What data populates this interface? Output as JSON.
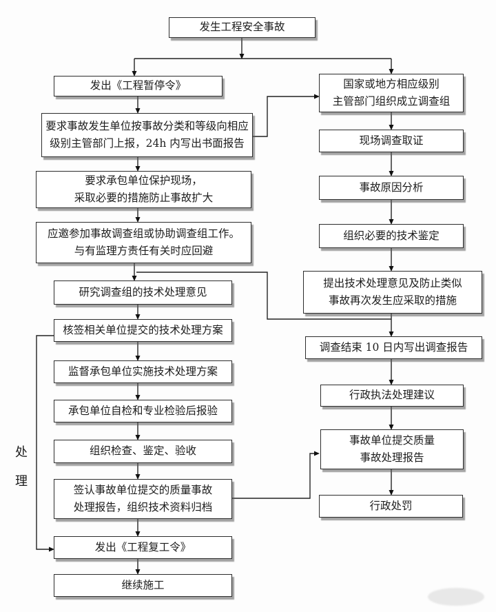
{
  "diagram": {
    "start": {
      "label": "发生工程安全事故"
    },
    "left_column": [
      {
        "id": "issue-suspension-order",
        "label": "发出《工程暂停令》"
      },
      {
        "id": "report-to-authority",
        "label": "要求事故发生单位按事故分类和等级向相应\n级别主管部门上报，24h 内写出书面报告"
      },
      {
        "id": "protect-site",
        "label": "要求承包单位保护现场，\n采取必要的措施防止事故扩大"
      },
      {
        "id": "join-investigation-team",
        "label": "应邀参加事故调查组或协助调查组工作。\n与有监理方责任有关时应回避"
      },
      {
        "id": "study-technical-opinions",
        "label": "研究调查组的技术处理意见"
      },
      {
        "id": "verify-sign-plan",
        "label": "核签相关单位提交的技术处理方案"
      },
      {
        "id": "supervise-implementation",
        "label": "监督承包单位实施技术处理方案"
      },
      {
        "id": "contractor-self-inspect",
        "label": "承包单位自检和专业检验后报验"
      },
      {
        "id": "organize-acceptance",
        "label": "组织检查、鉴定、验收"
      },
      {
        "id": "sign-report-archive",
        "label": "签认事故单位提交的质量事故\n处理报告，组织技术资料归档"
      },
      {
        "id": "issue-resume-order",
        "label": "发出《工程复工令》"
      },
      {
        "id": "continue-construction",
        "label": "继续施工"
      }
    ],
    "right_column": [
      {
        "id": "form-investigation-team",
        "label": "国家或地方相应级别\n主管部门组织成立调查组"
      },
      {
        "id": "site-evidence-collection",
        "label": "现场调查取证"
      },
      {
        "id": "cause-analysis",
        "label": "事故原因分析"
      },
      {
        "id": "technical-appraisal",
        "label": "组织必要的技术鉴定"
      },
      {
        "id": "propose-measures",
        "label": "提出技术处理意见及防止类似\n事故再次发生应采取的措施"
      },
      {
        "id": "investigation-report",
        "label": "调查结束 10 日内写出调查报告"
      },
      {
        "id": "enforcement-suggestion",
        "label": "行政执法处理建议"
      },
      {
        "id": "submit-quality-report",
        "label": "事故单位提交质量\n事故处理报告"
      },
      {
        "id": "administrative-penalty",
        "label": "行政处罚"
      }
    ],
    "side_label": "处\n理",
    "line_color": "#222222"
  }
}
